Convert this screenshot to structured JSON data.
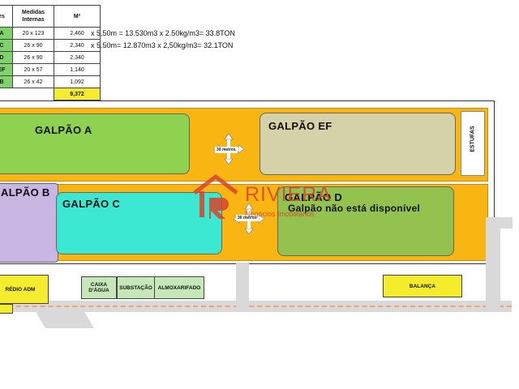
{
  "table": {
    "headers": [
      "es",
      "Medidas Internas",
      "M²"
    ],
    "rows": [
      {
        "label": "A",
        "medida": "20 x 123",
        "m2": "2,460"
      },
      {
        "label": "C",
        "medida": "26 x 90",
        "m2": "2,340"
      },
      {
        "label": "D",
        "medida": "26 x 90",
        "m2": "2,340"
      },
      {
        "label": "EF",
        "medida": "20 x 57",
        "m2": "1,140"
      },
      {
        "label": "B",
        "medida": "26 x 42",
        "m2": "1,092"
      }
    ],
    "total": "9,372"
  },
  "calc_lines": [
    "x 5,50m = 13.530m3 x 2.50kg/m3= 33.8TON",
    "x 5.50m= 12.870m3 x 2,50kg/m3= 32.1TON"
  ],
  "galpoes": {
    "a": "GALPÃO A",
    "ef": "GALPÃO EF",
    "b": "ALPÃO B",
    "c": "GALPÃO C",
    "d": "GALPÃO D",
    "d_note": "Galpão não está disponível"
  },
  "estufas": "ESTUFAS",
  "dims_top": "30 metros",
  "dims_bottom": "30 metros",
  "buildings": {
    "predio": "RÉDIO ADM",
    "caixa": "CAIXA D'ÁGUA",
    "substacao": "SUBSTAÇÃO",
    "almox": "ALMOXARIFADO",
    "balanca": "BALANÇA"
  },
  "watermark": {
    "brand": "RIVIERA",
    "sub": "Negócios Imobiliários"
  },
  "colors": {
    "band": "#f9b512",
    "galpao_a": "#8fd24f",
    "galpao_ef": "#d5d1a8",
    "galpao_b": "#c9b6e2",
    "galpao_c": "#3de8d3",
    "galpao_d": "#93c24e",
    "watermark": "#d7442b"
  }
}
